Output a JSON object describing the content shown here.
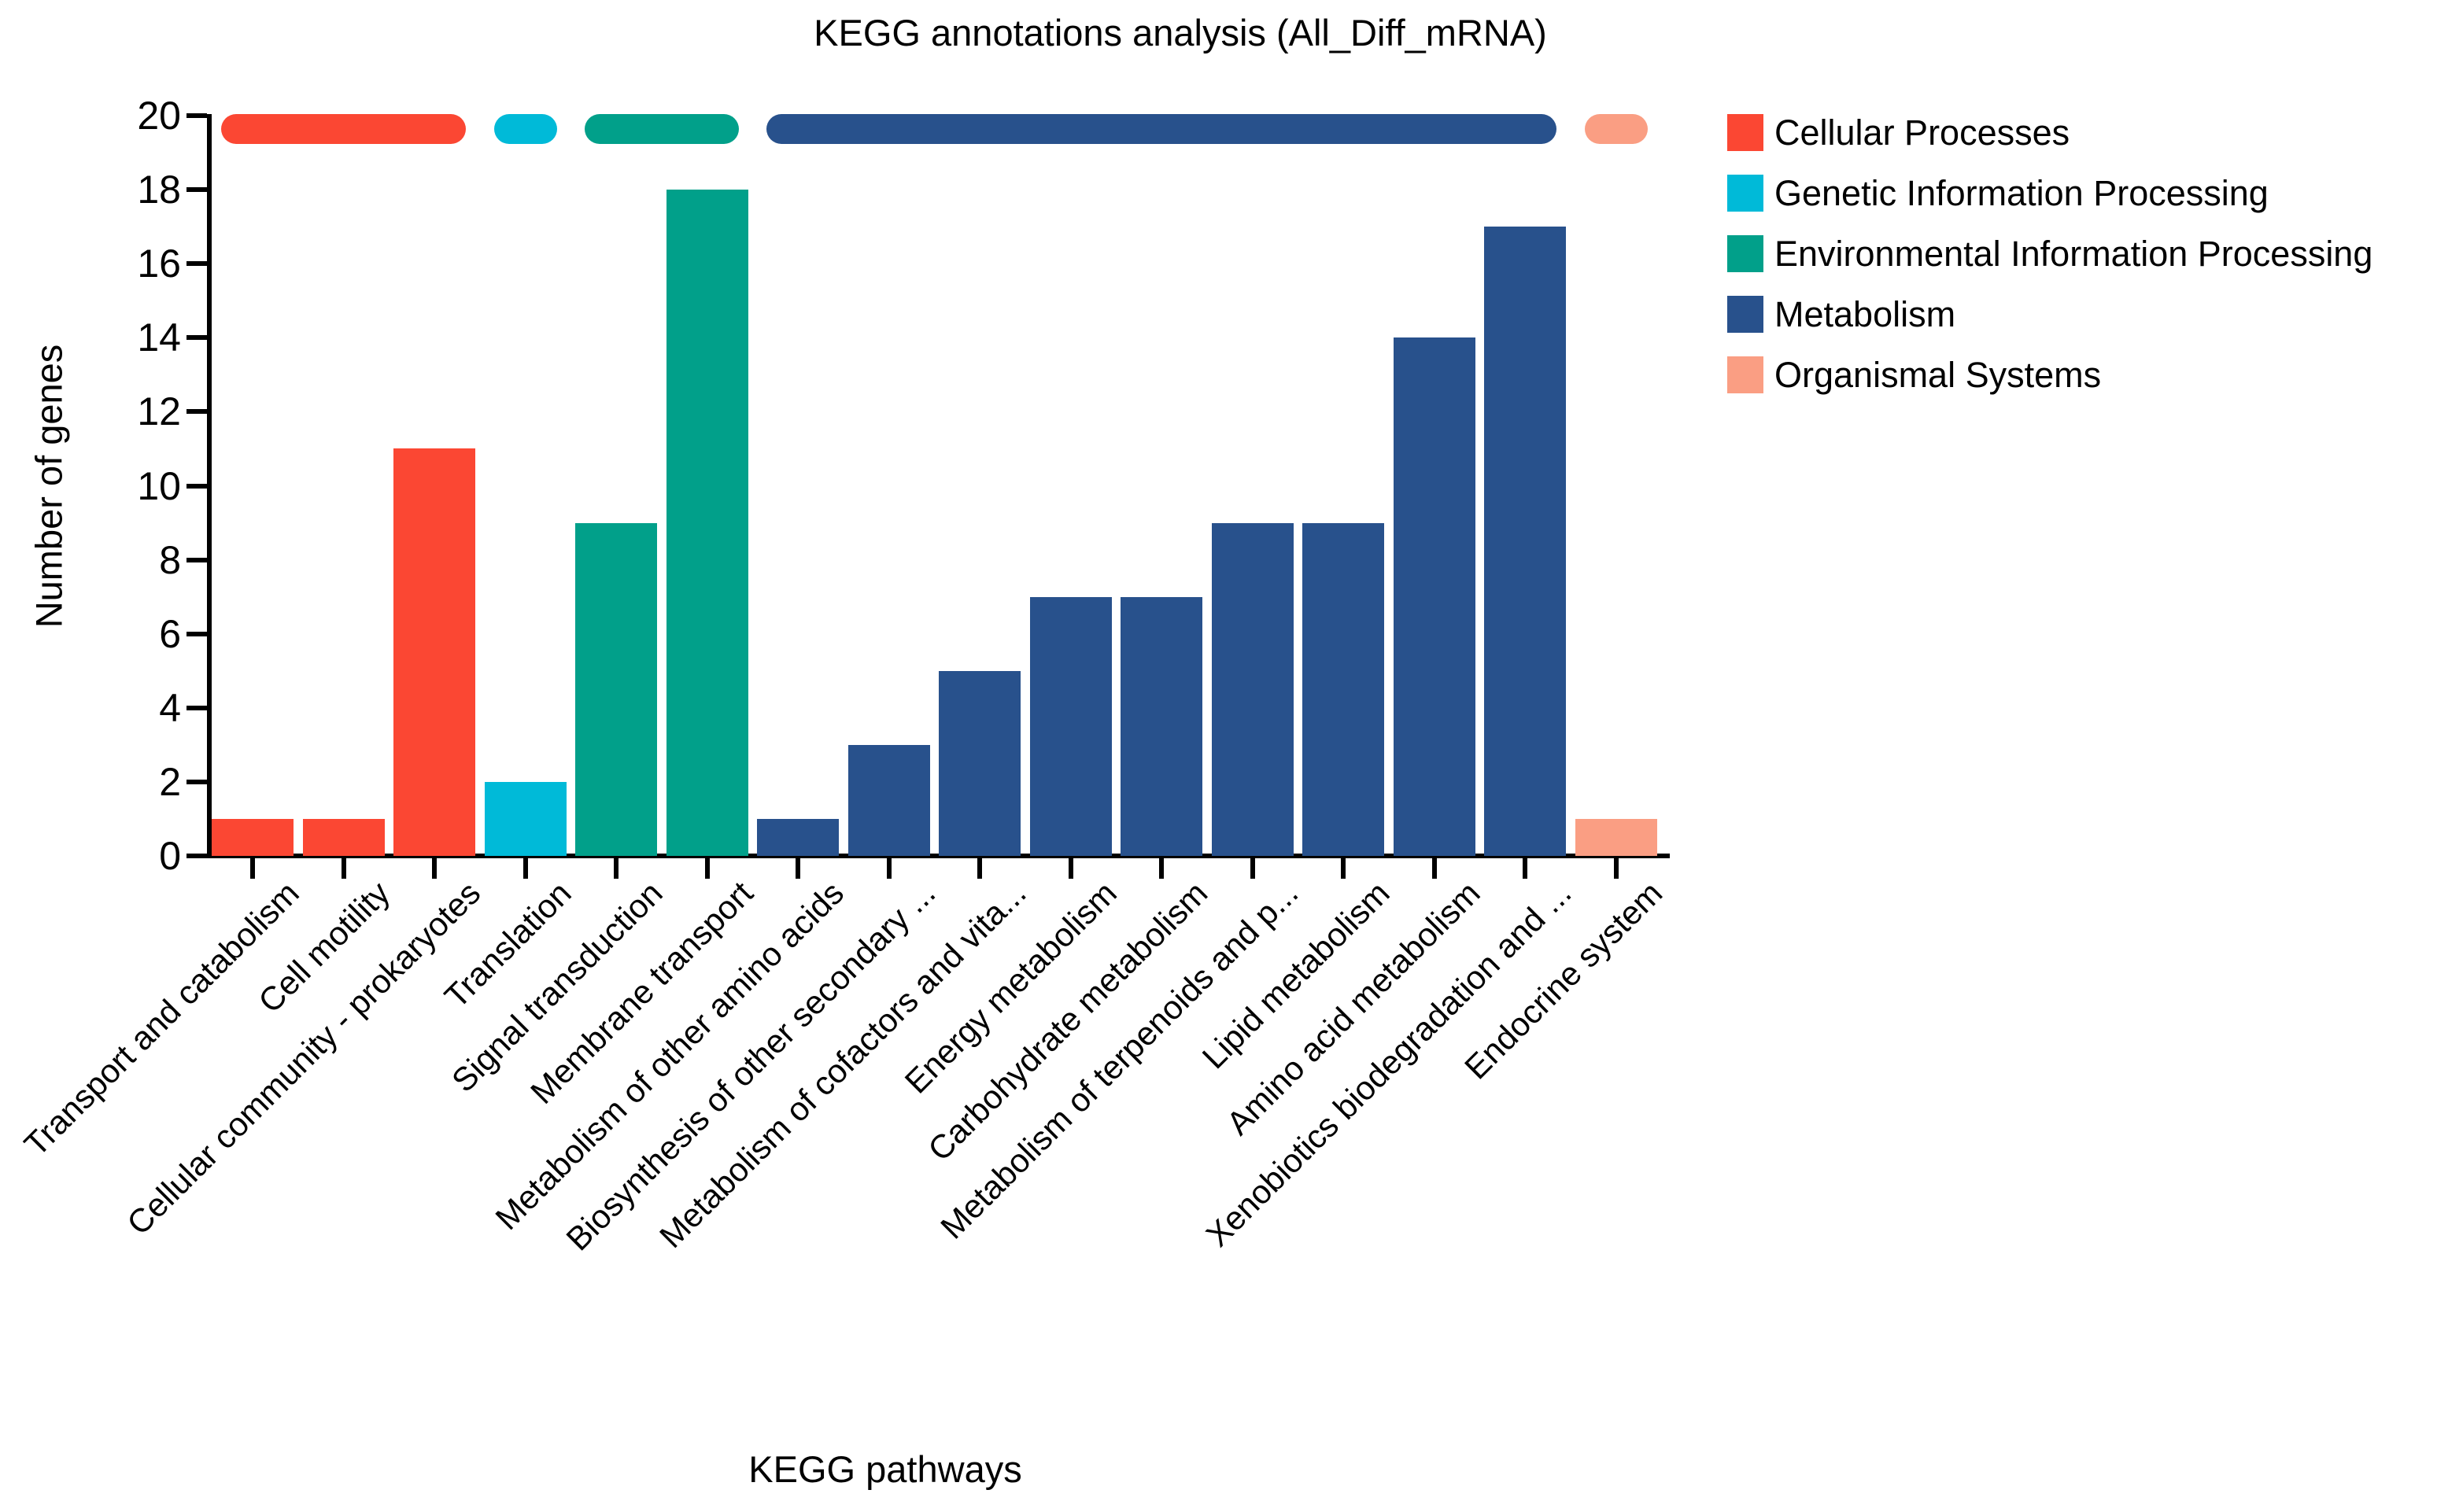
{
  "chart_data": {
    "type": "bar",
    "title": "KEGG annotations analysis (All_Diff_mRNA)",
    "xlabel": "KEGG pathways",
    "ylabel": "Number of genes",
    "ylim": [
      0,
      20
    ],
    "yticks": [
      0,
      2,
      4,
      6,
      8,
      10,
      12,
      14,
      16,
      18,
      20
    ],
    "grid": false,
    "legend_position": "outside-right-top",
    "categories": [
      "Transport and catabolism",
      "Cell motility",
      "Cellular community - prokaryotes",
      "Translation",
      "Signal transduction",
      "Membrane transport",
      "Metabolism of other amino acids",
      "Biosynthesis of other secondary ...",
      "Metabolism of cofactors and vita...",
      "Energy metabolism",
      "Carbohydrate metabolism",
      "Metabolism of terpenoids and p...",
      "Lipid metabolism",
      "Amino acid metabolism",
      "Xenobiotics biodegradation and ...",
      "Endocrine system"
    ],
    "values": [
      1,
      1,
      11,
      2,
      9,
      18,
      1,
      3,
      5,
      7,
      7,
      9,
      9,
      14,
      17,
      1
    ],
    "group_index": [
      0,
      0,
      0,
      1,
      2,
      2,
      3,
      3,
      3,
      3,
      3,
      3,
      3,
      3,
      3,
      4
    ],
    "groups": [
      {
        "name": "Cellular Processes",
        "color": "#FB4733",
        "first": 0,
        "last": 2
      },
      {
        "name": "Genetic Information Processing",
        "color": "#00BAD8",
        "first": 3,
        "last": 3
      },
      {
        "name": "Environmental Information Processing",
        "color": "#01A08A",
        "first": 4,
        "last": 5
      },
      {
        "name": "Metabolism",
        "color": "#28518C",
        "first": 6,
        "last": 14
      },
      {
        "name": "Organismal Systems",
        "color": "#FA9E83",
        "first": 15,
        "last": 15
      }
    ]
  }
}
